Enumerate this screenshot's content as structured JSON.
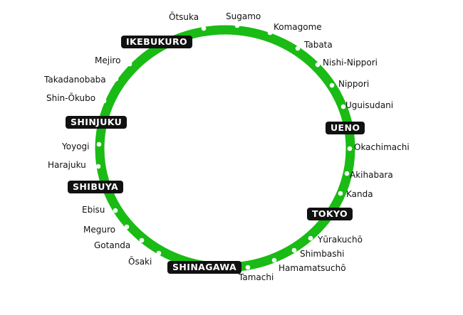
{
  "line": {
    "color": "#19bb14"
  },
  "major_stations": [
    "IKEBUKURO",
    "SHINJUKU",
    "SHIBUYA",
    "SHINAGAWA",
    "TOKYO",
    "UENO"
  ],
  "stations": [
    "Ōtsuka",
    "Sugamo",
    "Komagome",
    "Tabata",
    "Nishi-Nippori",
    "Nippori",
    "Uguisudani",
    "Okachimachi",
    "Akihabara",
    "Kanda",
    "Yūrakuchō",
    "Shimbashi",
    "Hamamatsuchō",
    "Tamachi",
    "Ōsaki",
    "Gotanda",
    "Meguro",
    "Ebisu",
    "Harajuku",
    "Yoyogi",
    "Shin-Ōkubo",
    "Takadanobaba",
    "Mejiro"
  ]
}
